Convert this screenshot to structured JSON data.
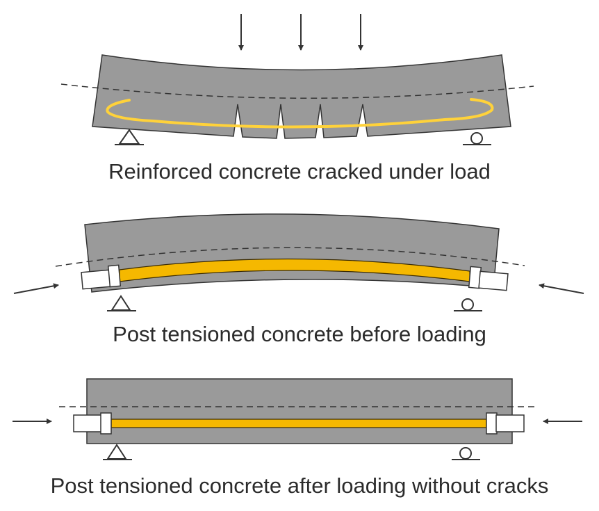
{
  "colors": {
    "concrete": "#9a9a9a",
    "outline": "#333333",
    "tendon": "#f5b800",
    "tendon_edge": "#3a2a00",
    "reinforcement": "#ffd23a",
    "anchor": "#ffffff"
  },
  "panels": [
    {
      "id": "reinforced",
      "caption": "Reinforced concrete cracked under load"
    },
    {
      "id": "post-tensioned-before",
      "caption": "Post tensioned concrete before loading"
    },
    {
      "id": "post-tensioned-after",
      "caption": "Post tensioned concrete after loading without cracks"
    }
  ]
}
